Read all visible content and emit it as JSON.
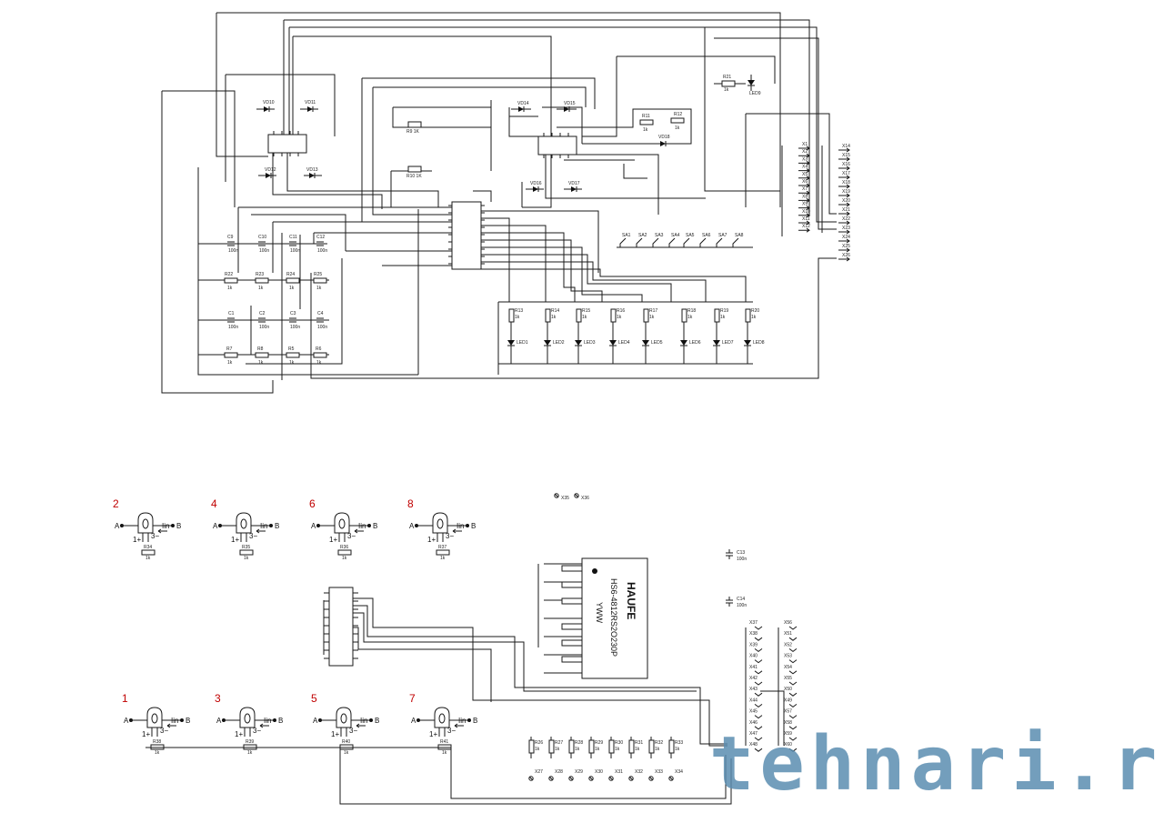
{
  "diagram": {
    "led_resistors": [
      "R13",
      "R14",
      "R15",
      "R16",
      "R17",
      "R18",
      "R19",
      "R20"
    ],
    "leds": [
      "LED1",
      "LED2",
      "LED3",
      "LED4",
      "LED5",
      "LED6",
      "LED7",
      "LED8"
    ],
    "switches": [
      "SA1",
      "SA2",
      "SA3",
      "SA4",
      "SA5",
      "SA6",
      "SA7",
      "SA8"
    ],
    "caps_top": [
      "C9",
      "C10",
      "C11",
      "C12"
    ],
    "caps_bottom": [
      "C1",
      "C2",
      "C3",
      "C4"
    ],
    "res_mid": [
      "R22",
      "R23",
      "R24",
      "R25"
    ],
    "res_bottom": [
      "R7",
      "R8",
      "R5",
      "R6"
    ],
    "cap_value": "100n",
    "res_value": "1k",
    "diodes_left": {
      "top_left": "VD10",
      "top_right": "VD11",
      "bottom_left": "VD12",
      "bottom_right": "VD13"
    },
    "diodes_right": {
      "top_left": "VD14",
      "top_right": "VD15",
      "bottom_left": "VD16",
      "bottom_right": "VD17",
      "side": "VD18"
    },
    "res_right": [
      "R11",
      "R12"
    ],
    "res_led9": "R21",
    "led9": "LED9",
    "r9": "R9 1K",
    "r10": "R10 1K",
    "top_connectors": [
      "X1",
      "X2",
      "X3",
      "X4",
      "X5",
      "X6",
      "X7",
      "X8",
      "X9",
      "X10",
      "X11",
      "X12"
    ],
    "top_connectors_right": [
      "X14",
      "X15",
      "X16",
      "X17",
      "X18",
      "X19",
      "X20",
      "X21",
      "X22",
      "X23",
      "X24",
      "X25",
      "X26"
    ],
    "sensors_top_numbers": [
      "2",
      "4",
      "6",
      "8"
    ],
    "sensors_bottom_numbers": [
      "1",
      "3",
      "5",
      "7"
    ],
    "sensor_a": "A",
    "sensor_b": "B",
    "sensor_iin": "Iin",
    "sensor_pin1": "1+",
    "sensor_pin3": "3−",
    "sensor_res_top": [
      "R34",
      "R35",
      "R36",
      "R37"
    ],
    "sensor_res_bottom": [
      "R38",
      "R39",
      "R40",
      "R41"
    ],
    "bottom_res": [
      "R26",
      "R27",
      "R28",
      "R29",
      "R30",
      "R31",
      "R32",
      "R33"
    ],
    "bottom_terms": [
      "X27",
      "X28",
      "X29",
      "X30",
      "X31",
      "X32",
      "X33",
      "X34"
    ],
    "right_conn_left": [
      "X37",
      "X38",
      "X39",
      "X40",
      "X41",
      "X42",
      "X43",
      "X44",
      "X45",
      "X46",
      "X47",
      "X48"
    ],
    "right_conn_right": [
      "X56",
      "X51",
      "X52",
      "X53",
      "X54",
      "X55",
      "X50",
      "X49",
      "X57",
      "X58",
      "X59",
      "X60"
    ],
    "cap_c13": "C13",
    "cap_c14": "C14",
    "terms_top": [
      "X35",
      "X36"
    ],
    "dcdc_brand": "HAUFE",
    "dcdc_part": "HS6-4812RS2O230P",
    "dcdc_code": "YWW",
    "watermark": "tehnari.ru"
  }
}
